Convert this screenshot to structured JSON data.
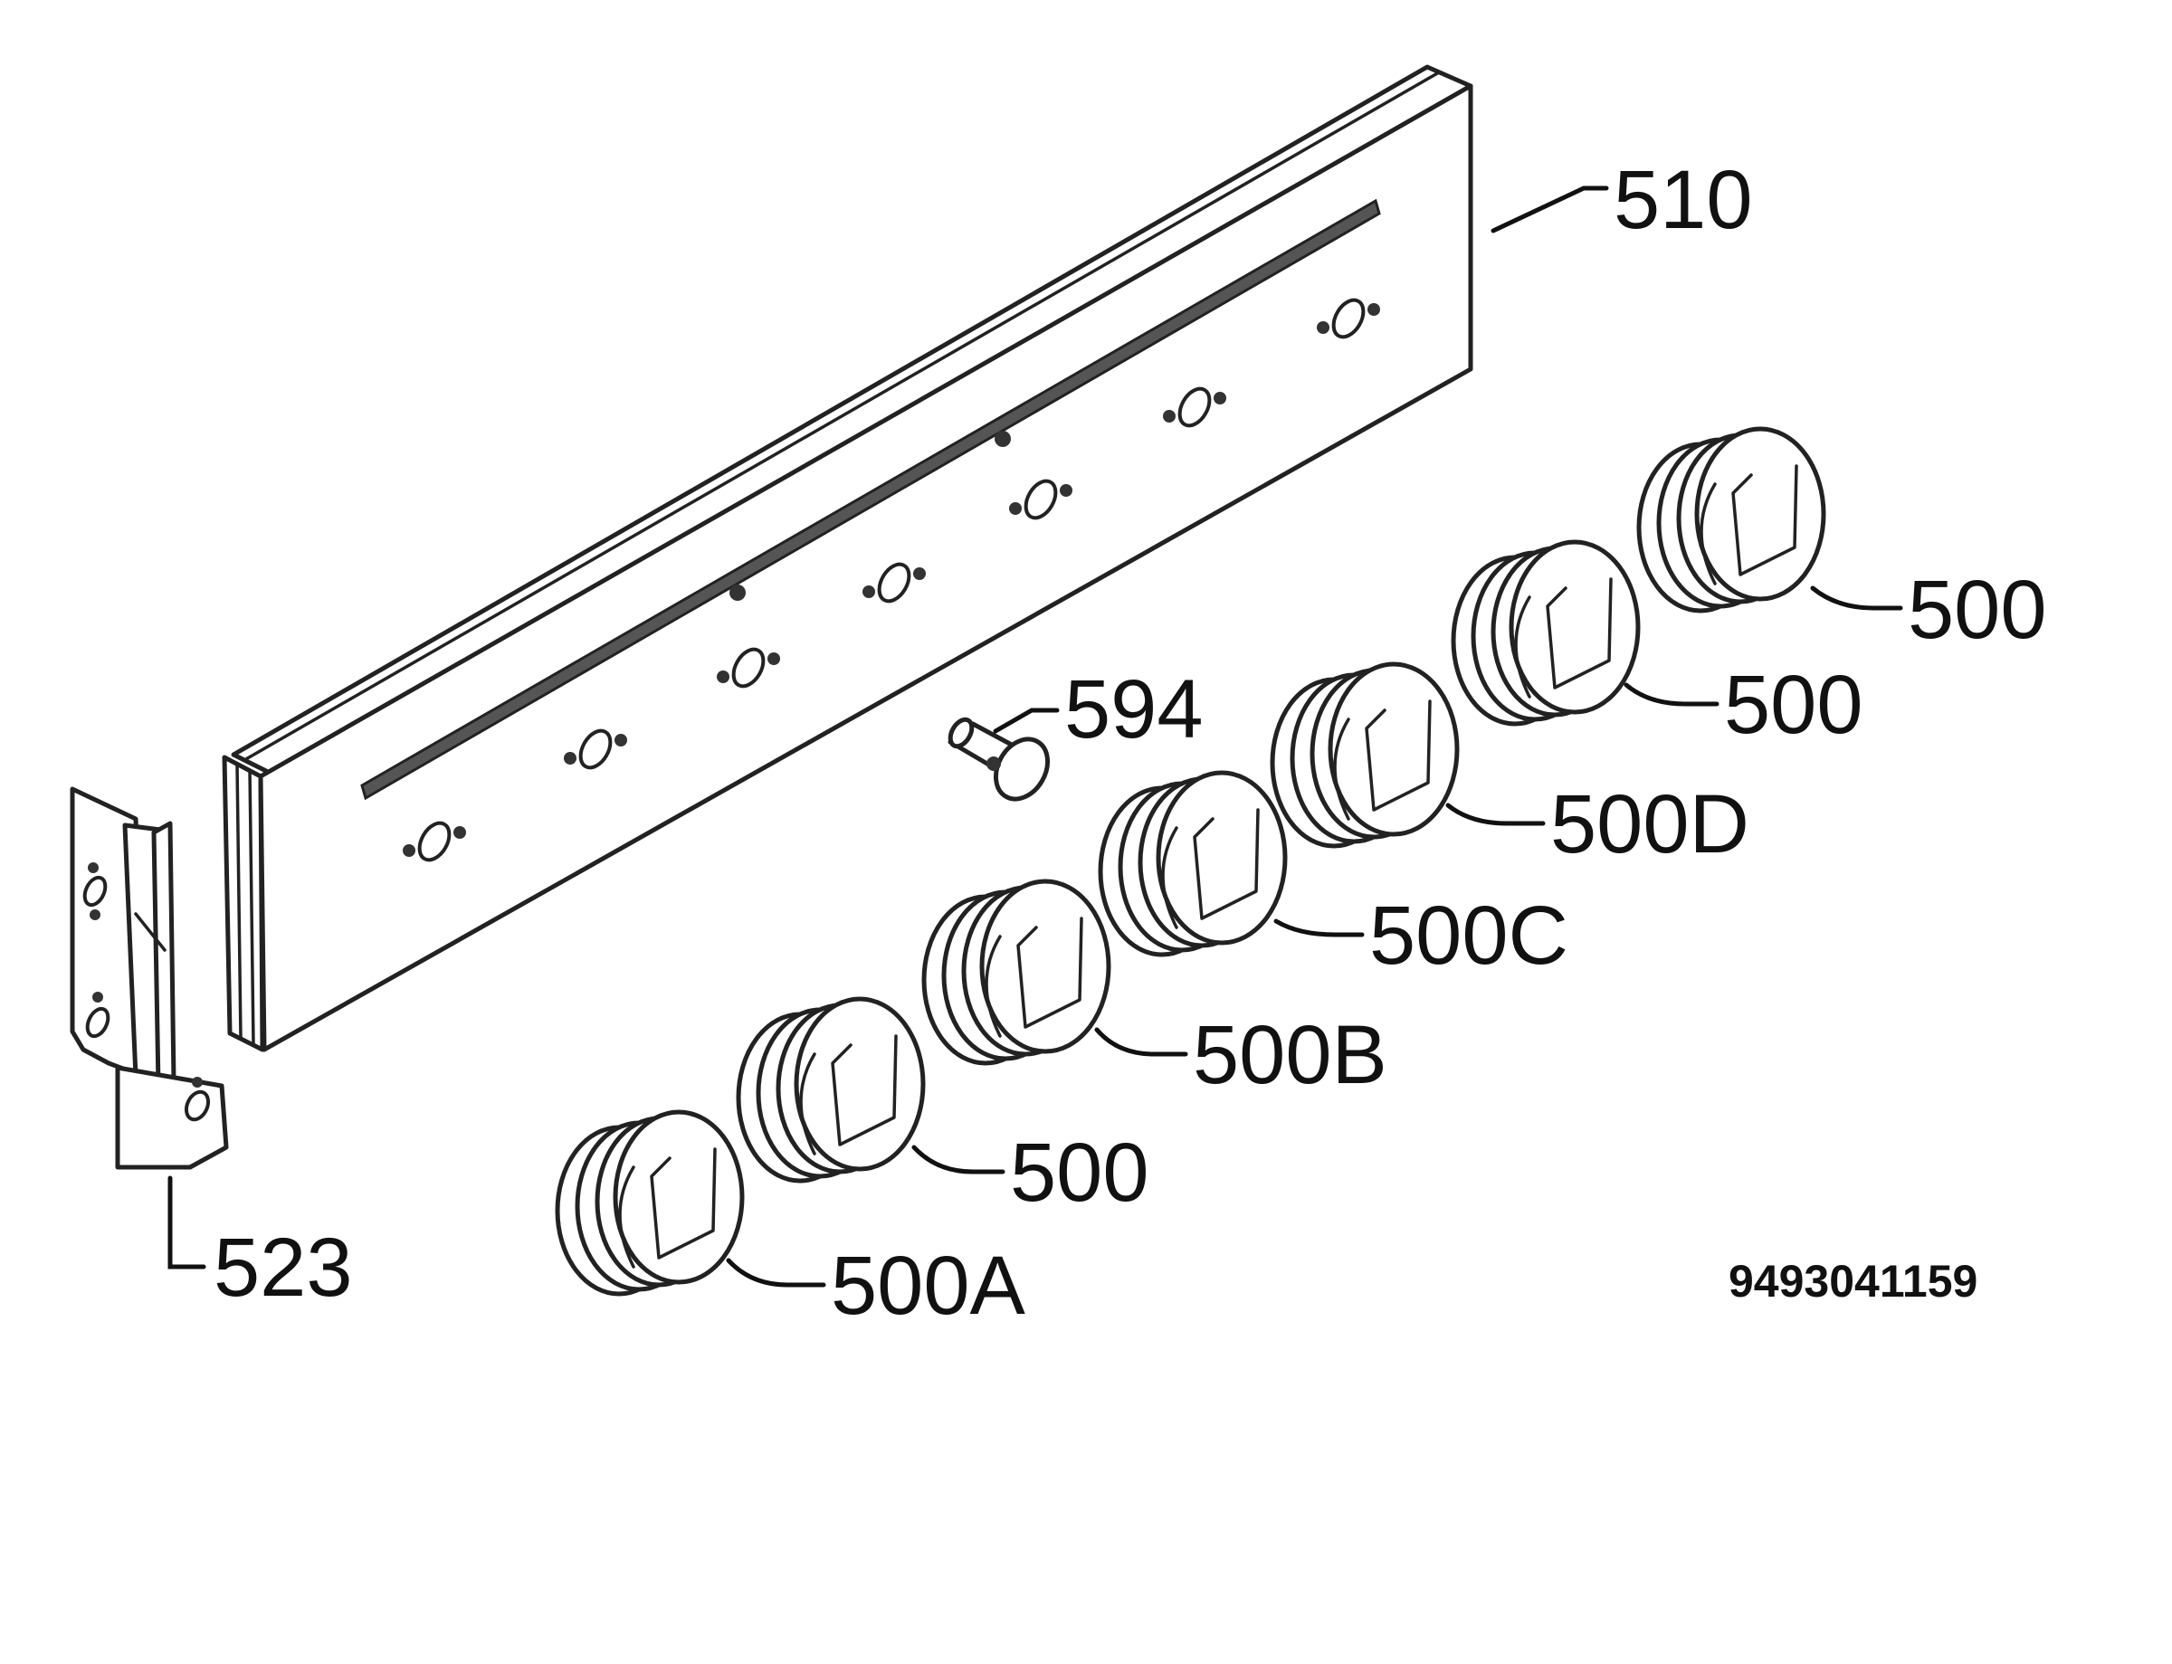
{
  "labels": {
    "panel": "510",
    "bracket": "523",
    "pin": "594",
    "knob_1": "500A",
    "knob_2": "500",
    "knob_3": "500B",
    "knob_4": "500C",
    "knob_5": "500D",
    "knob_6": "500",
    "knob_7": "500"
  },
  "drawing_code": "9493041159"
}
